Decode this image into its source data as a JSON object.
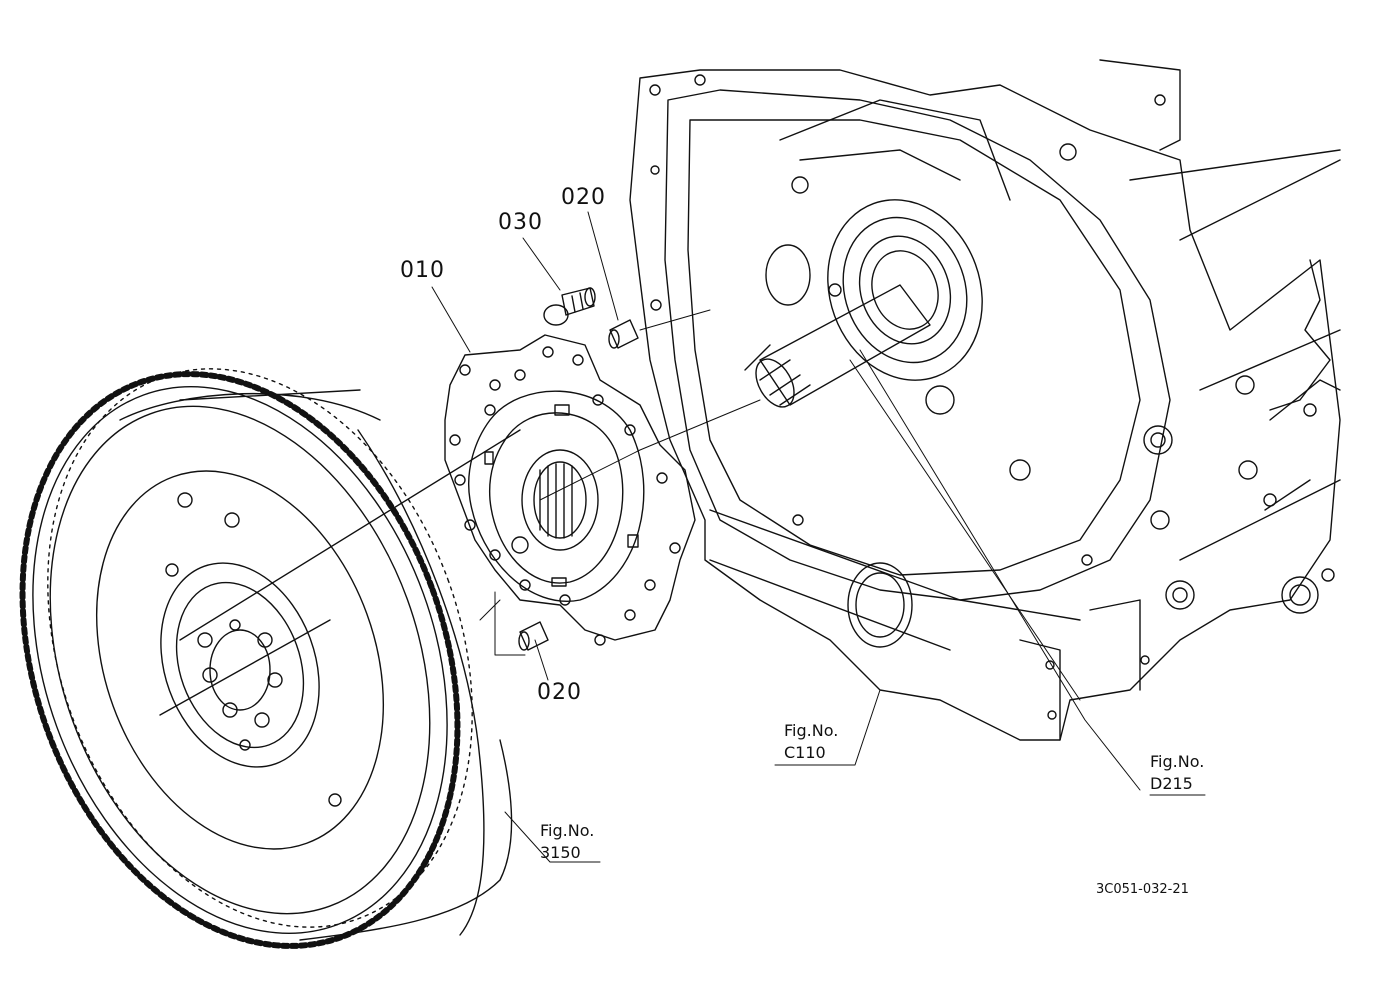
{
  "parts": [
    {
      "no": "010"
    },
    {
      "no": "030"
    },
    {
      "no": "020"
    },
    {
      "no": "020"
    }
  ],
  "figure_refs": [
    {
      "caption": "Fig.No.",
      "number": "C110"
    },
    {
      "caption": "Fig.No.",
      "number": "D215"
    },
    {
      "caption": "Fig.No.",
      "number": "3150"
    }
  ],
  "drawing_code": "3C051-032-21"
}
